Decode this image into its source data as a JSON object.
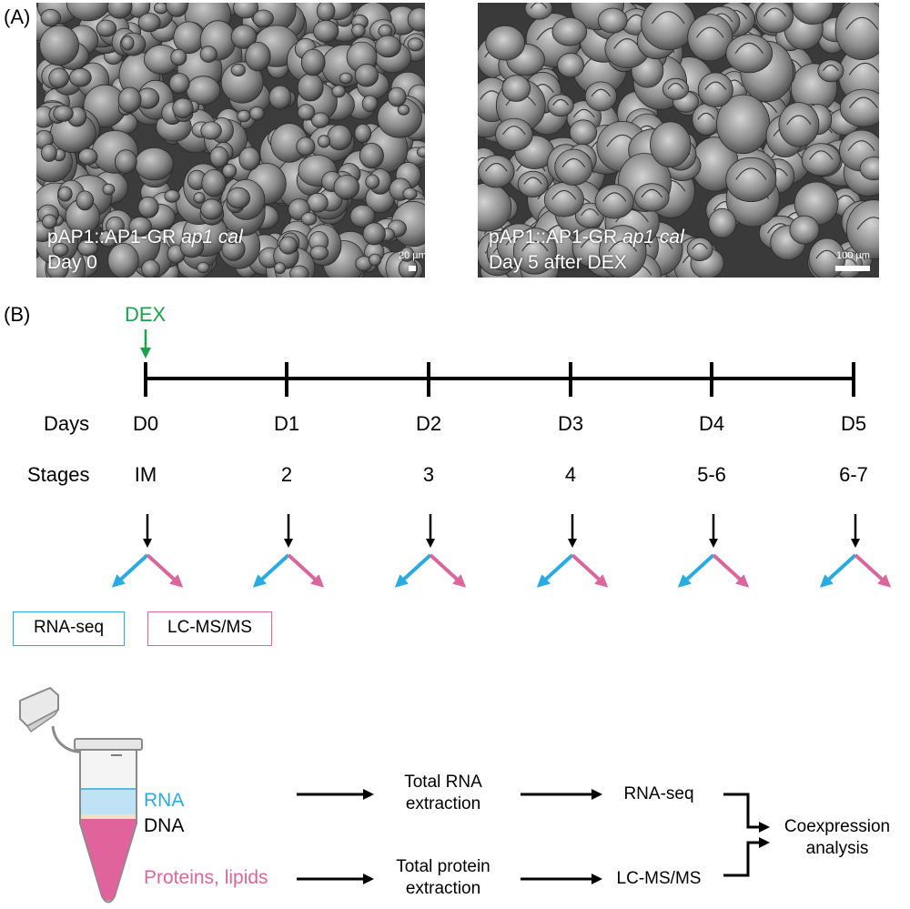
{
  "panel_a": {
    "label": "(A)",
    "left_image": {
      "line1_plain": "pAP1::AP1-GR ",
      "line1_italic": "ap1 cal",
      "line2": "Day 0",
      "scale_label": "20 µm"
    },
    "right_image": {
      "line1_plain": "pAP1::AP1-GR ",
      "line1_italic": "ap1 cal",
      "line2": "Day 5 after DEX",
      "scale_label": "100 µm"
    }
  },
  "panel_b": {
    "label": "(B)",
    "treatment": "DEX",
    "row_days_label": "Days",
    "row_stages_label": "Stages",
    "timepoints": [
      {
        "day": "D0",
        "stage": "IM"
      },
      {
        "day": "D1",
        "stage": "2"
      },
      {
        "day": "D2",
        "stage": "3"
      },
      {
        "day": "D3",
        "stage": "4"
      },
      {
        "day": "D4",
        "stage": "5-6"
      },
      {
        "day": "D5",
        "stage": "6-7"
      }
    ],
    "methods": {
      "rna": "RNA-seq",
      "ms": "LC-MS/MS"
    },
    "tube_layers": {
      "rna": "RNA",
      "dna": "DNA",
      "proteins": "Proteins, lipids"
    },
    "flow": {
      "rna_extraction_l1": "Total RNA",
      "rna_extraction_l2": "extraction",
      "protein_extraction_l1": "Total protein",
      "protein_extraction_l2": "extraction",
      "rna_seq": "RNA-seq",
      "lcms": "LC-MS/MS",
      "coexp_l1": "Coexpression",
      "coexp_l2": "analysis"
    },
    "colors": {
      "dex_green": "#1aa34a",
      "rna_blue": "#29abe2",
      "ms_pink": "#d9679b",
      "rna_layer": "#bfe3f5",
      "protein_layer": "#e0649b"
    }
  }
}
